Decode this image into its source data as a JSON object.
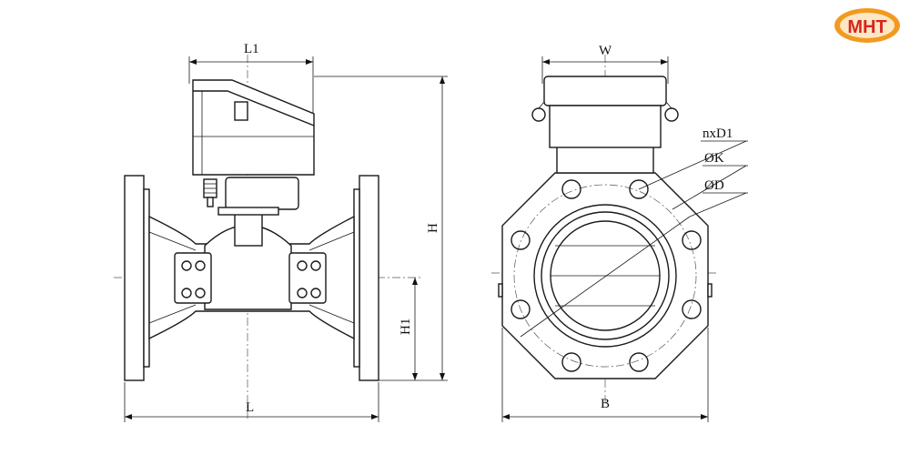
{
  "logo": {
    "text": "MHT"
  },
  "labels": {
    "L1": "L1",
    "L": "L",
    "H": "H",
    "H1": "H1",
    "W": "W",
    "B": "B",
    "nxD1": "nxD1",
    "K": "ØK",
    "D": "ØD"
  },
  "colors": {
    "line": "#1a1a1a",
    "logo_orange": "#f29a1f",
    "logo_red": "#d7261e"
  }
}
